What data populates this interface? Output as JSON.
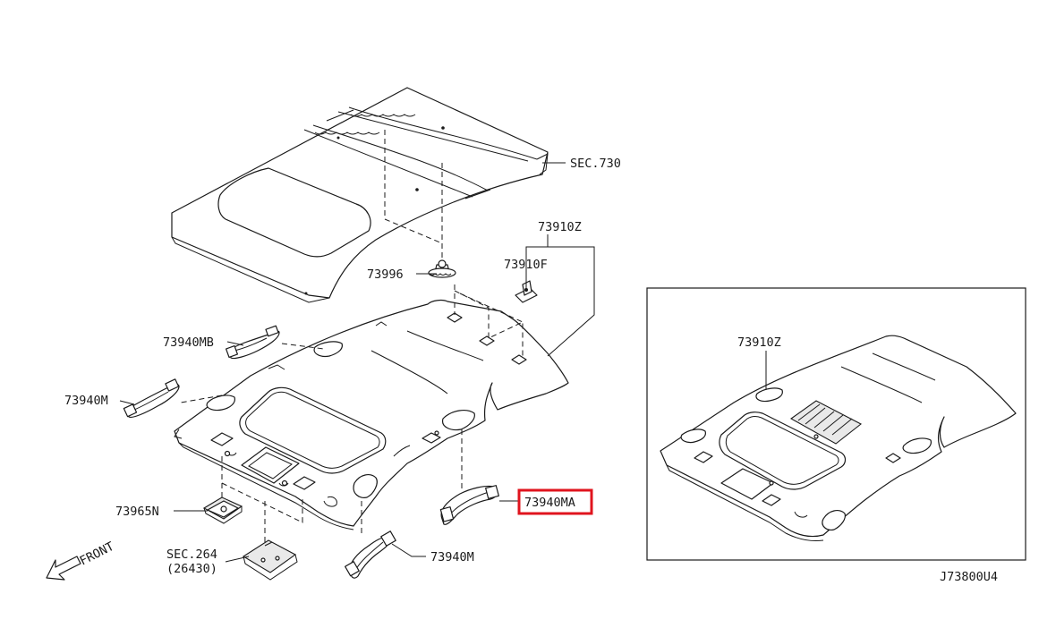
{
  "labels": {
    "sec730": "SEC.730",
    "p73910z_main": "73910Z",
    "p73910f": "73910F",
    "p73996": "73996",
    "p73940mb": "73940MB",
    "p73940m_left": "73940M",
    "p73940ma": "73940MA",
    "p73965n": "73965N",
    "sec264": "SEC.264",
    "p26430": "(26430)",
    "p73940m_bottom": "73940M",
    "p73910z_inset": "73910Z",
    "front": "FRONT",
    "drawing_code": "J73800U4"
  },
  "highlight": {
    "part": "73940MA",
    "color": "#e0141e"
  }
}
